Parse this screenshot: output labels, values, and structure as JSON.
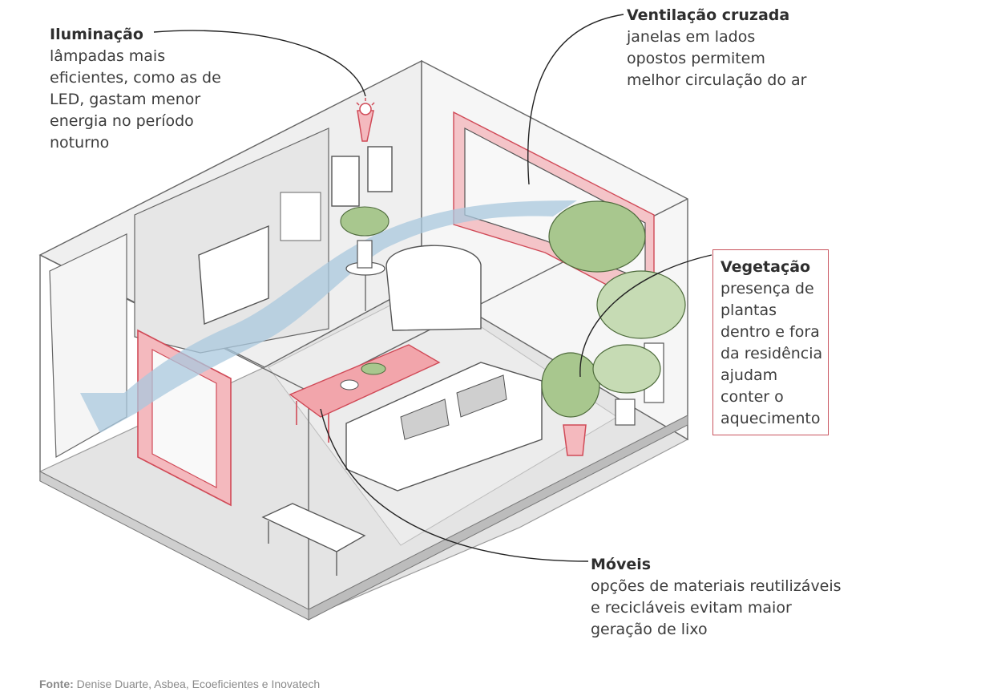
{
  "callouts": {
    "iluminacao": {
      "title": "Iluminação",
      "lines": [
        "lâmpadas mais",
        "eficientes, como as de",
        "LED, gastam menor",
        "energia no período",
        "noturno"
      ]
    },
    "ventilacao": {
      "title": "Ventilação cruzada",
      "lines": [
        "janelas em lados",
        "opostos permitem",
        "melhor circulação do ar"
      ]
    },
    "vegetacao": {
      "title": "Vegetação",
      "lines": [
        "presença de",
        "plantas",
        "dentro e fora",
        "da residência",
        "ajudam",
        "conter o",
        "aquecimento"
      ]
    },
    "moveis": {
      "title": "Móveis",
      "lines": [
        "opções de materiais reutilizáveis",
        "e recicláveis evitam maior",
        "geração de lixo"
      ]
    }
  },
  "source": {
    "label": "Fonte:",
    "text": " Denise Duarte, Asbea, Ecoeficientes e Inovatech"
  },
  "colors": {
    "accent": "#e8707b",
    "accent_fill": "#f4b9be",
    "air": "#a9c8de",
    "wall": "#f1f1f1",
    "line": "#555555",
    "plant": "#a8c78e"
  }
}
